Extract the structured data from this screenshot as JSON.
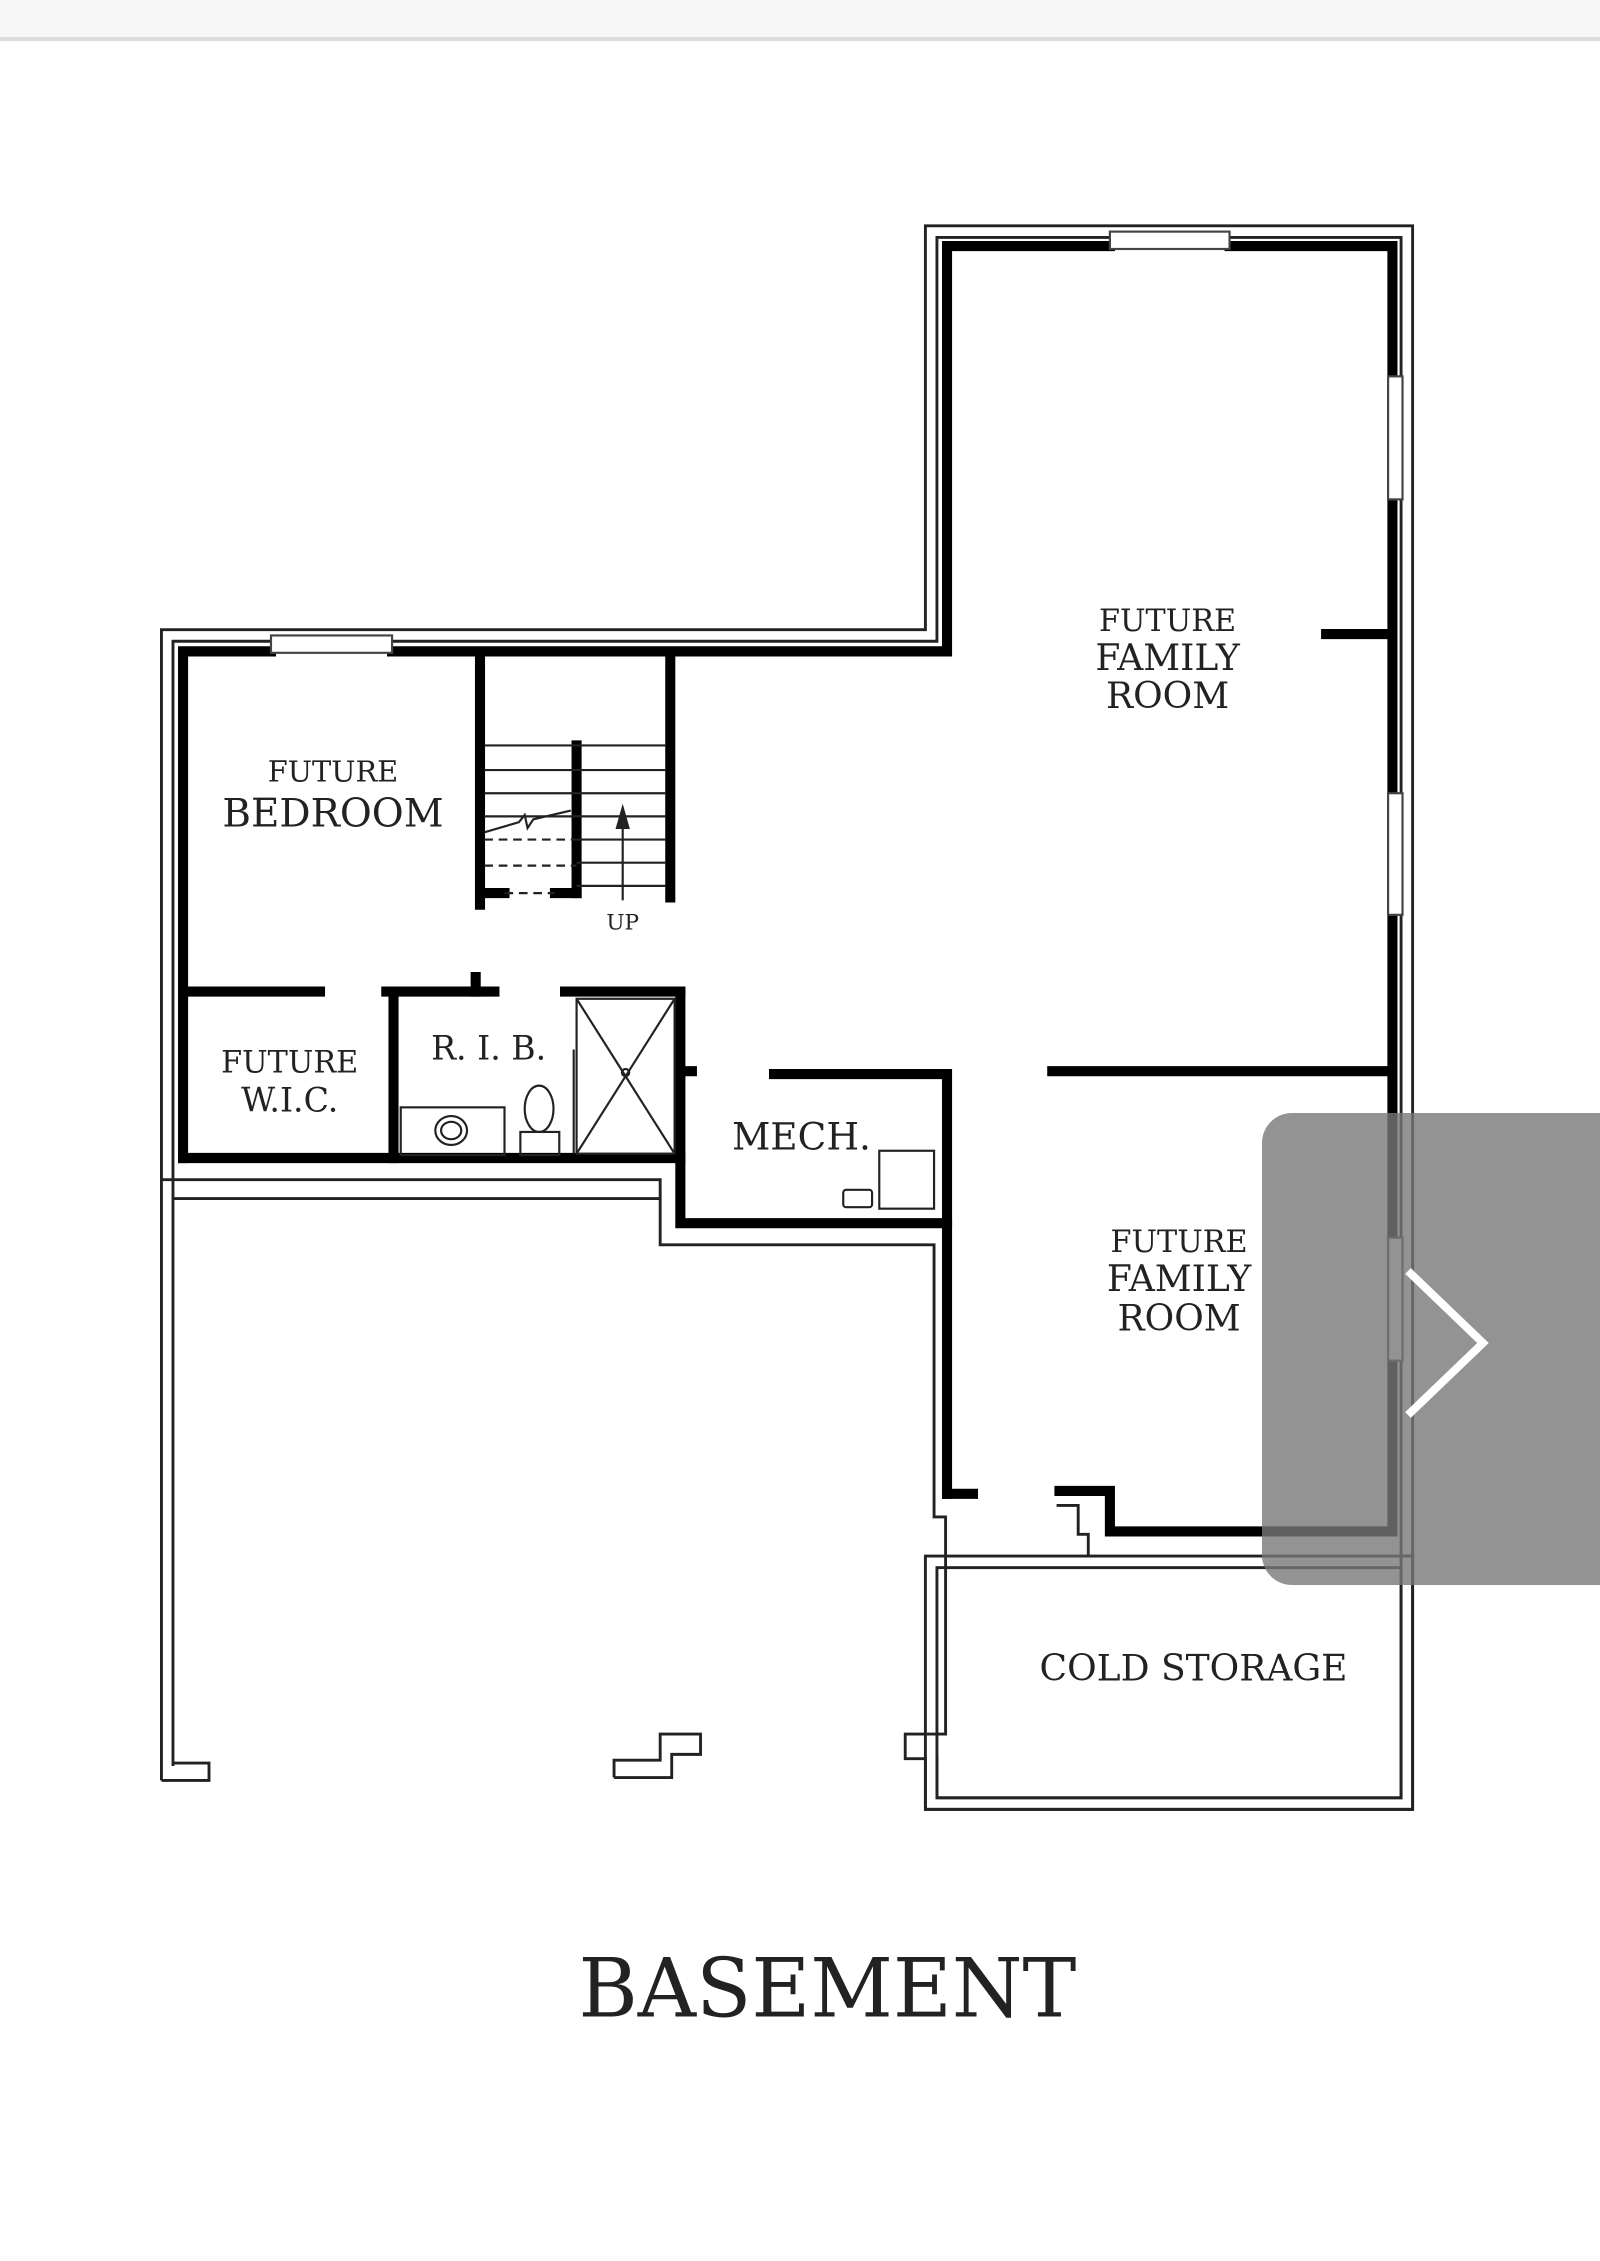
{
  "floorplan": {
    "title": "BASEMENT",
    "rooms": {
      "bedroom_small": "FUTURE",
      "bedroom_large": "BEDROOM",
      "wic_line1": "FUTURE",
      "wic_line2": "W.I.C.",
      "rib": "R. I. B.",
      "stairs": "UP",
      "mech": "MECH.",
      "family1_line1": "FUTURE",
      "family1_line2": "FAMILY",
      "family1_line3": "ROOM",
      "family2_line1": "FUTURE",
      "family2_line2": "FAMILY",
      "family2_line3": "ROOM",
      "cold_storage": "COLD STORAGE"
    }
  },
  "viewer": {
    "next_icon": "chevron-right-icon",
    "overlay_color": "#8a8a8a"
  }
}
